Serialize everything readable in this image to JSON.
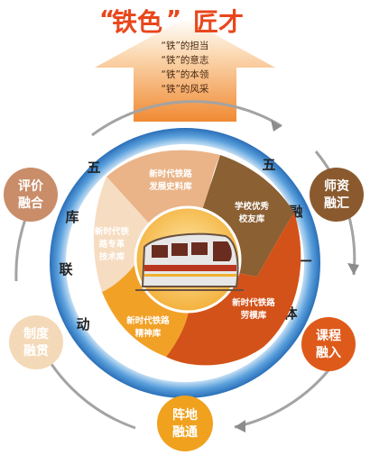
{
  "header": {
    "title_quote_open": "“",
    "title_main": "铁色",
    "title_quote_close": "”",
    "title_suffix": "匠才",
    "arrow_lines": [
      "“铁”的担当",
      "“铁”的意志",
      "“铁”的本领",
      "“铁”的风采"
    ]
  },
  "ring_left_text": [
    "五",
    "库",
    "联",
    "动"
  ],
  "ring_right_text": [
    "五",
    "融",
    "一",
    "体"
  ],
  "sectors": [
    {
      "id": "history",
      "lines": [
        "新时代铁路",
        "发展史料库"
      ]
    },
    {
      "id": "alumni",
      "lines": [
        "学校优秀",
        "校友库"
      ]
    },
    {
      "id": "model",
      "lines": [
        "新时代铁路",
        "劳模库"
      ]
    },
    {
      "id": "spirit",
      "lines": [
        "新时代铁路",
        "精神库"
      ]
    },
    {
      "id": "reform",
      "lines": [
        "新时代铁",
        "路专革",
        "技术库"
      ]
    }
  ],
  "badges": [
    {
      "id": "teachers",
      "lines": [
        "师资",
        "融汇"
      ],
      "color": "#8a5a2e"
    },
    {
      "id": "courses",
      "lines": [
        "课程",
        "融入"
      ],
      "color": "#de5a1a"
    },
    {
      "id": "base",
      "lines": [
        "阵地",
        "融通"
      ],
      "color": "#f0a11d"
    },
    {
      "id": "system",
      "lines": [
        "制度",
        "融贯"
      ],
      "color": "#f4d9b8"
    },
    {
      "id": "evaluation",
      "lines": [
        "评价",
        "融合"
      ],
      "color": "#c98d6a"
    }
  ],
  "colors": {
    "ring_outer": "#2e7fcf",
    "ring_inner": "#cfe6f7",
    "arrow_gray": "#9a9a9a",
    "title_red": "#e8471c",
    "orange": "#f19a3a"
  }
}
